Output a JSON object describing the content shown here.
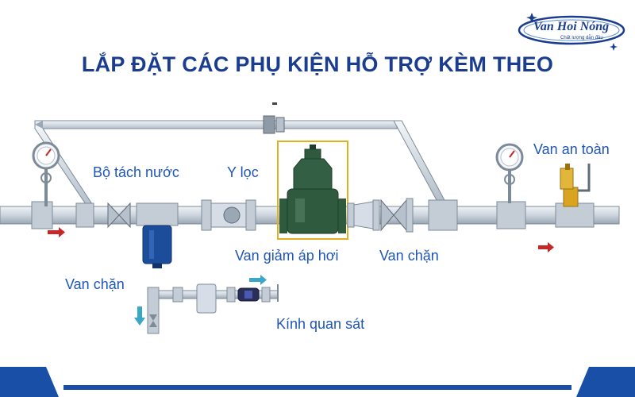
{
  "header": {
    "title": "LẮP ĐẶT CÁC PHỤ KIỆN HỖ TRỢ KÈM THEO"
  },
  "logo": {
    "brand": "Van Hoi Nóng",
    "tagline": "Chất lượng dẫn đầu"
  },
  "labels": {
    "separator": "Bộ tách nước",
    "strainer": "Y lọc",
    "pressure_reducing_valve": "Van giảm áp hơi",
    "stop_valve_right": "Van chặn",
    "safety_valve": "Van an toàn",
    "stop_valve_left": "Van chặn",
    "sight_glass": "Kính quan sát"
  },
  "colors": {
    "title": "#1a3d8f",
    "label": "#1f56b8",
    "pipe": "#d6dde6",
    "pipe_outline": "#7d8b99",
    "valve_body": "#2f5a3e",
    "highlight_box": "#e0b020",
    "flow_arrow": "#c62828",
    "drain_arrow": "#3aa7c9",
    "separator_body": "#1c4d9a",
    "safety_valve_body": "#d9a520",
    "footer": "#1a4fa8"
  },
  "icons": [
    "pressure-gauge-icon",
    "flow-arrow-icon",
    "star-icon"
  ]
}
